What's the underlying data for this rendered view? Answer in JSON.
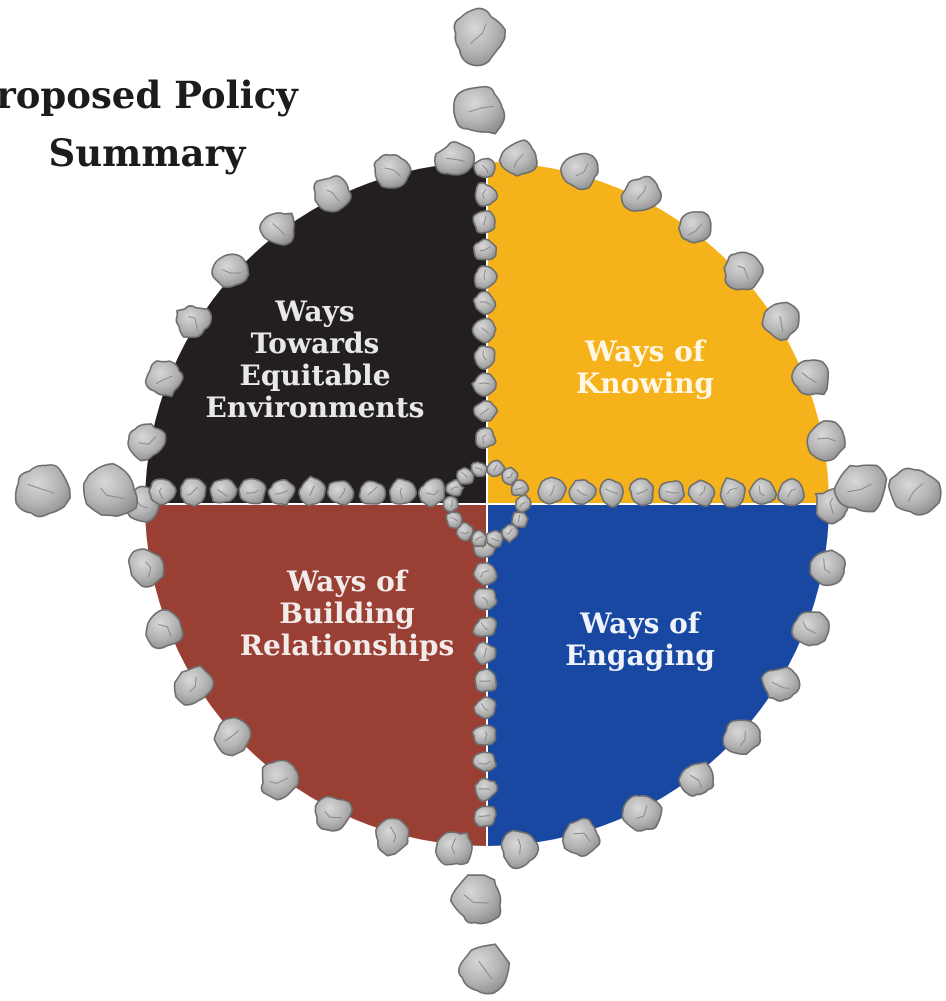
{
  "title": {
    "line1": "roposed Policy",
    "line2": "Summary"
  },
  "quadrants": {
    "top_left": {
      "lines": [
        "Ways",
        "Towards",
        "Equitable",
        "Environments"
      ],
      "color": "#231f20"
    },
    "top_right": {
      "lines": [
        "Ways of",
        "Knowing"
      ],
      "color": "#f5b21a"
    },
    "bottom_left": {
      "lines": [
        "Ways of",
        "Building",
        "Relationships"
      ],
      "color": "#9a3f34"
    },
    "bottom_right": {
      "lines": [
        "Ways of",
        "Engaging"
      ],
      "color": "#1848a2"
    }
  },
  "stone_color": "#b3b3b3"
}
